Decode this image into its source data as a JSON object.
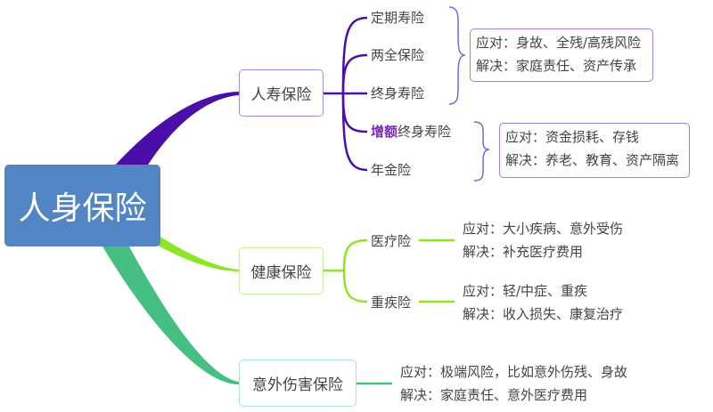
{
  "root": {
    "label": "人身保险"
  },
  "colors": {
    "root": "#5285c3",
    "life": "#4a0fa8",
    "health": "#8de623",
    "accident": "#45bf82"
  },
  "life": {
    "label": "人寿保险",
    "items": [
      "定期寿险",
      "两全保险",
      "终身寿险"
    ],
    "highlight_prefix": "增额",
    "item4_rest": "终身寿险",
    "item5": "年金险",
    "note1": [
      "应对：身故、全残/高残风险",
      "解决：家庭责任、资产传承"
    ],
    "note2": [
      "应对：资金损耗、存钱",
      "解决：养老、教育、资产隔离"
    ]
  },
  "health": {
    "label": "健康保险",
    "items": [
      {
        "label": "医疗险",
        "notes": [
          "应对：大小疾病、意外受伤",
          "解决：补充医疗费用"
        ]
      },
      {
        "label": "重疾险",
        "notes": [
          "应对：轻/中症、重疾",
          "解决：收入损失、康复治疗"
        ]
      }
    ]
  },
  "accident": {
    "label": "意外伤害保险",
    "notes": [
      "应对：极端风险，比如意外伤残、身故",
      "解决：家庭责任、意外医疗费用"
    ]
  }
}
